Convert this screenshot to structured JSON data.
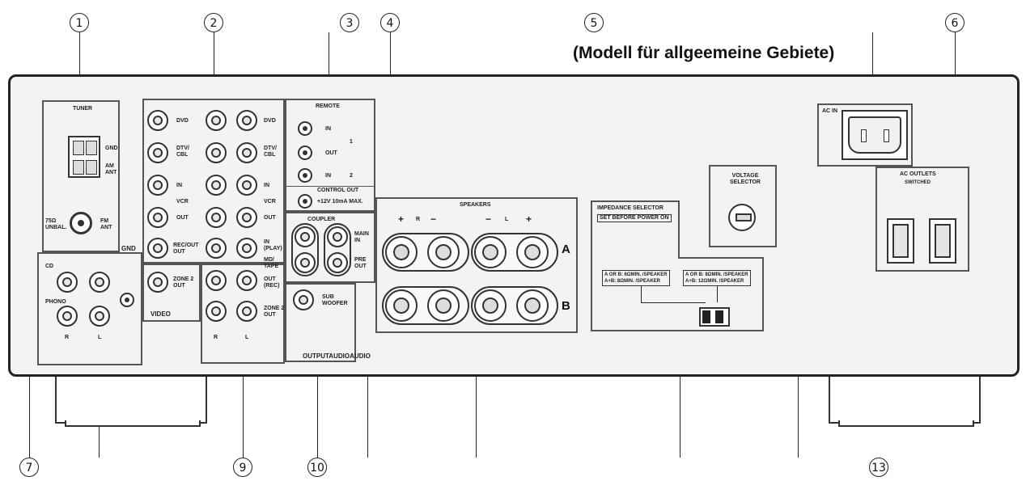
{
  "title": "(Modell für allgeemeine Gebiete)",
  "callouts": [
    "1",
    "2",
    "3",
    "4",
    "5",
    "6",
    "7",
    "9",
    "10",
    "13"
  ],
  "tuner": {
    "header": "TUNER",
    "gnd": "GND",
    "am_ant": "AM\nANT",
    "unbal": "75Ω\nUNBAL.",
    "fm_ant": "FM\nANT"
  },
  "gnd_label": "GND",
  "cd": "CD",
  "phono": "PHONO",
  "rl": {
    "r": "R",
    "l": "L"
  },
  "video_label": "VIDEO",
  "audio_out_label": "OUTPUTAUDIOAUDIO",
  "left_col": [
    "DVD",
    "DTV/\nCBL",
    "IN",
    "VCR",
    "OUT",
    "REC/OUT\nOUT"
  ],
  "left_zone2": "ZONE 2\nOUT",
  "right_col": [
    "DVD",
    "DTV/\nCBL",
    "IN",
    "VCR",
    "OUT",
    "IN\n(PLAY)",
    "MD/\nTAPE",
    "OUT\n(REC)"
  ],
  "right_zone2": "ZONE 2\nOUT",
  "remote": {
    "header": "REMOTE",
    "in1": "IN",
    "out": "OUT",
    "in2": "IN",
    "n1": "1",
    "n2": "2"
  },
  "control_out": {
    "header": "CONTROL OUT",
    "spec": "+12V 10mA MAX."
  },
  "coupler": {
    "header": "COUPLER",
    "main_in": "MAIN\nIN",
    "pre_out": "PRE\nOUT",
    "sub": "SUB\nWOOFER"
  },
  "speakers": {
    "header": "SPEAKERS",
    "plus": "+",
    "minus": "−",
    "a": "A",
    "b": "B"
  },
  "impedance": {
    "header": "IMPEDANCE SELECTOR",
    "warn": "SET BEFORE POWER ON",
    "left_text": "A OR B: 6ΩMIN. /SPEAKER\nA+B: 8ΩMIN. /SPEAKER",
    "right_text": "A OR B: 8ΩMIN. /SPEAKER\nA+B: 12ΩMIN. /SPEAKER"
  },
  "voltage": {
    "header": "VOLTAGE\nSELECTOR"
  },
  "ac_in": {
    "label": "AC IN"
  },
  "ac_outlets": {
    "header": "AC OUTLETS",
    "sub": "SWITCHED"
  }
}
